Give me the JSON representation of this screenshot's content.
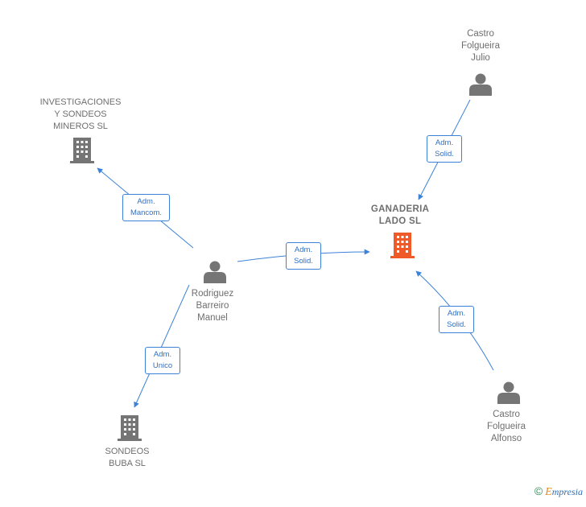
{
  "nodes": {
    "investigaciones": {
      "label": "INVESTIGACIONES\nY SONDEOS\nMINEROS SL",
      "type": "company",
      "icon": "building-icon",
      "color": "#757575"
    },
    "castro_julio": {
      "label": "Castro\nFolgueira\nJulio",
      "type": "person",
      "icon": "person-icon",
      "color": "#757575"
    },
    "ganaderia": {
      "label": "GANADERIA\nLADO  SL",
      "type": "company",
      "icon": "building-icon",
      "color": "#f05a28"
    },
    "rodriguez": {
      "label": "Rodriguez\nBarreiro\nManuel",
      "type": "person",
      "icon": "person-icon",
      "color": "#757575"
    },
    "sondeos": {
      "label": "SONDEOS\nBUBA  SL",
      "type": "company",
      "icon": "building-icon",
      "color": "#757575"
    },
    "castro_alfonso": {
      "label": "Castro\nFolgueira\nAlfonso",
      "type": "person",
      "icon": "person-icon",
      "color": "#757575"
    }
  },
  "edges": {
    "rodriguez_investigaciones": {
      "label": "Adm.\nMancom."
    },
    "rodriguez_ganaderia": {
      "label": "Adm.\nSolid."
    },
    "rodriguez_sondeos": {
      "label": "Adm.\nUnico"
    },
    "julio_ganaderia": {
      "label": "Adm.\nSolid."
    },
    "alfonso_ganaderia": {
      "label": "Adm.\nSolid."
    }
  },
  "colors": {
    "edge": "#3c82d8",
    "icon_gray": "#757575",
    "focus": "#f05a28"
  },
  "footer": {
    "copyright": "©",
    "brand_first": "E",
    "brand_rest": "mpresia"
  }
}
